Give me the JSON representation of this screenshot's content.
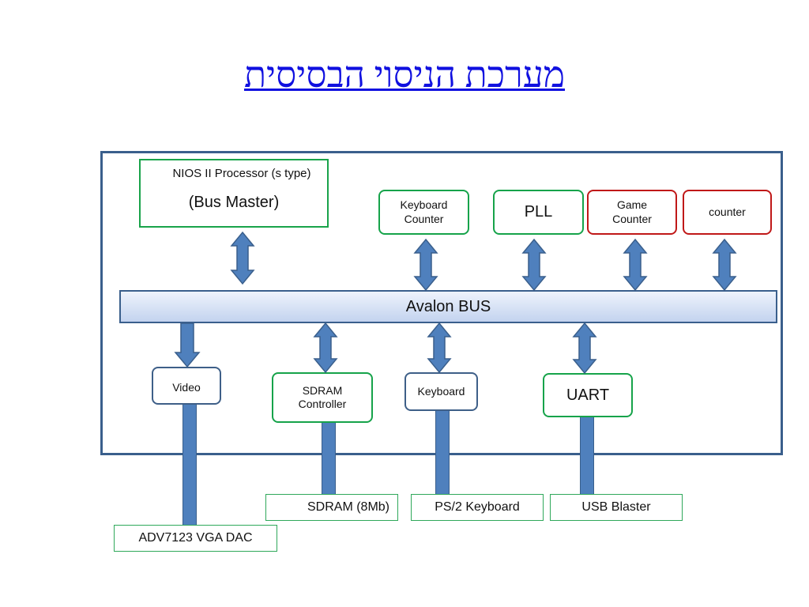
{
  "title": "מערכת הניסוי הבסיסית",
  "colors": {
    "title": "#1010e0",
    "arrow_fill": "#4f80bd",
    "arrow_stroke": "#3a5f8c",
    "green_border": "#16a34a",
    "red_border": "#c01818",
    "blue_border": "#3e5f88"
  },
  "components": {
    "nios": {
      "line1": "NIOS II Processor (s type)",
      "line2": "(Bus Master)"
    },
    "keyboard_counter": {
      "line1": "Keyboard",
      "line2": "Counter"
    },
    "pll": "PLL",
    "game_counter": {
      "line1": "Game",
      "line2": "Counter"
    },
    "counter": "counter",
    "bus": "Avalon BUS",
    "video": "Video",
    "sdram_controller": {
      "line1": "SDRAM",
      "line2": "Controller"
    },
    "keyboard": "Keyboard",
    "uart": "UART"
  },
  "external": {
    "vga_dac": "ADV7123 VGA DAC",
    "sdram": "SDRAM (8Mb)",
    "ps2": "PS/2 Keyboard",
    "usb": "USB Blaster"
  }
}
